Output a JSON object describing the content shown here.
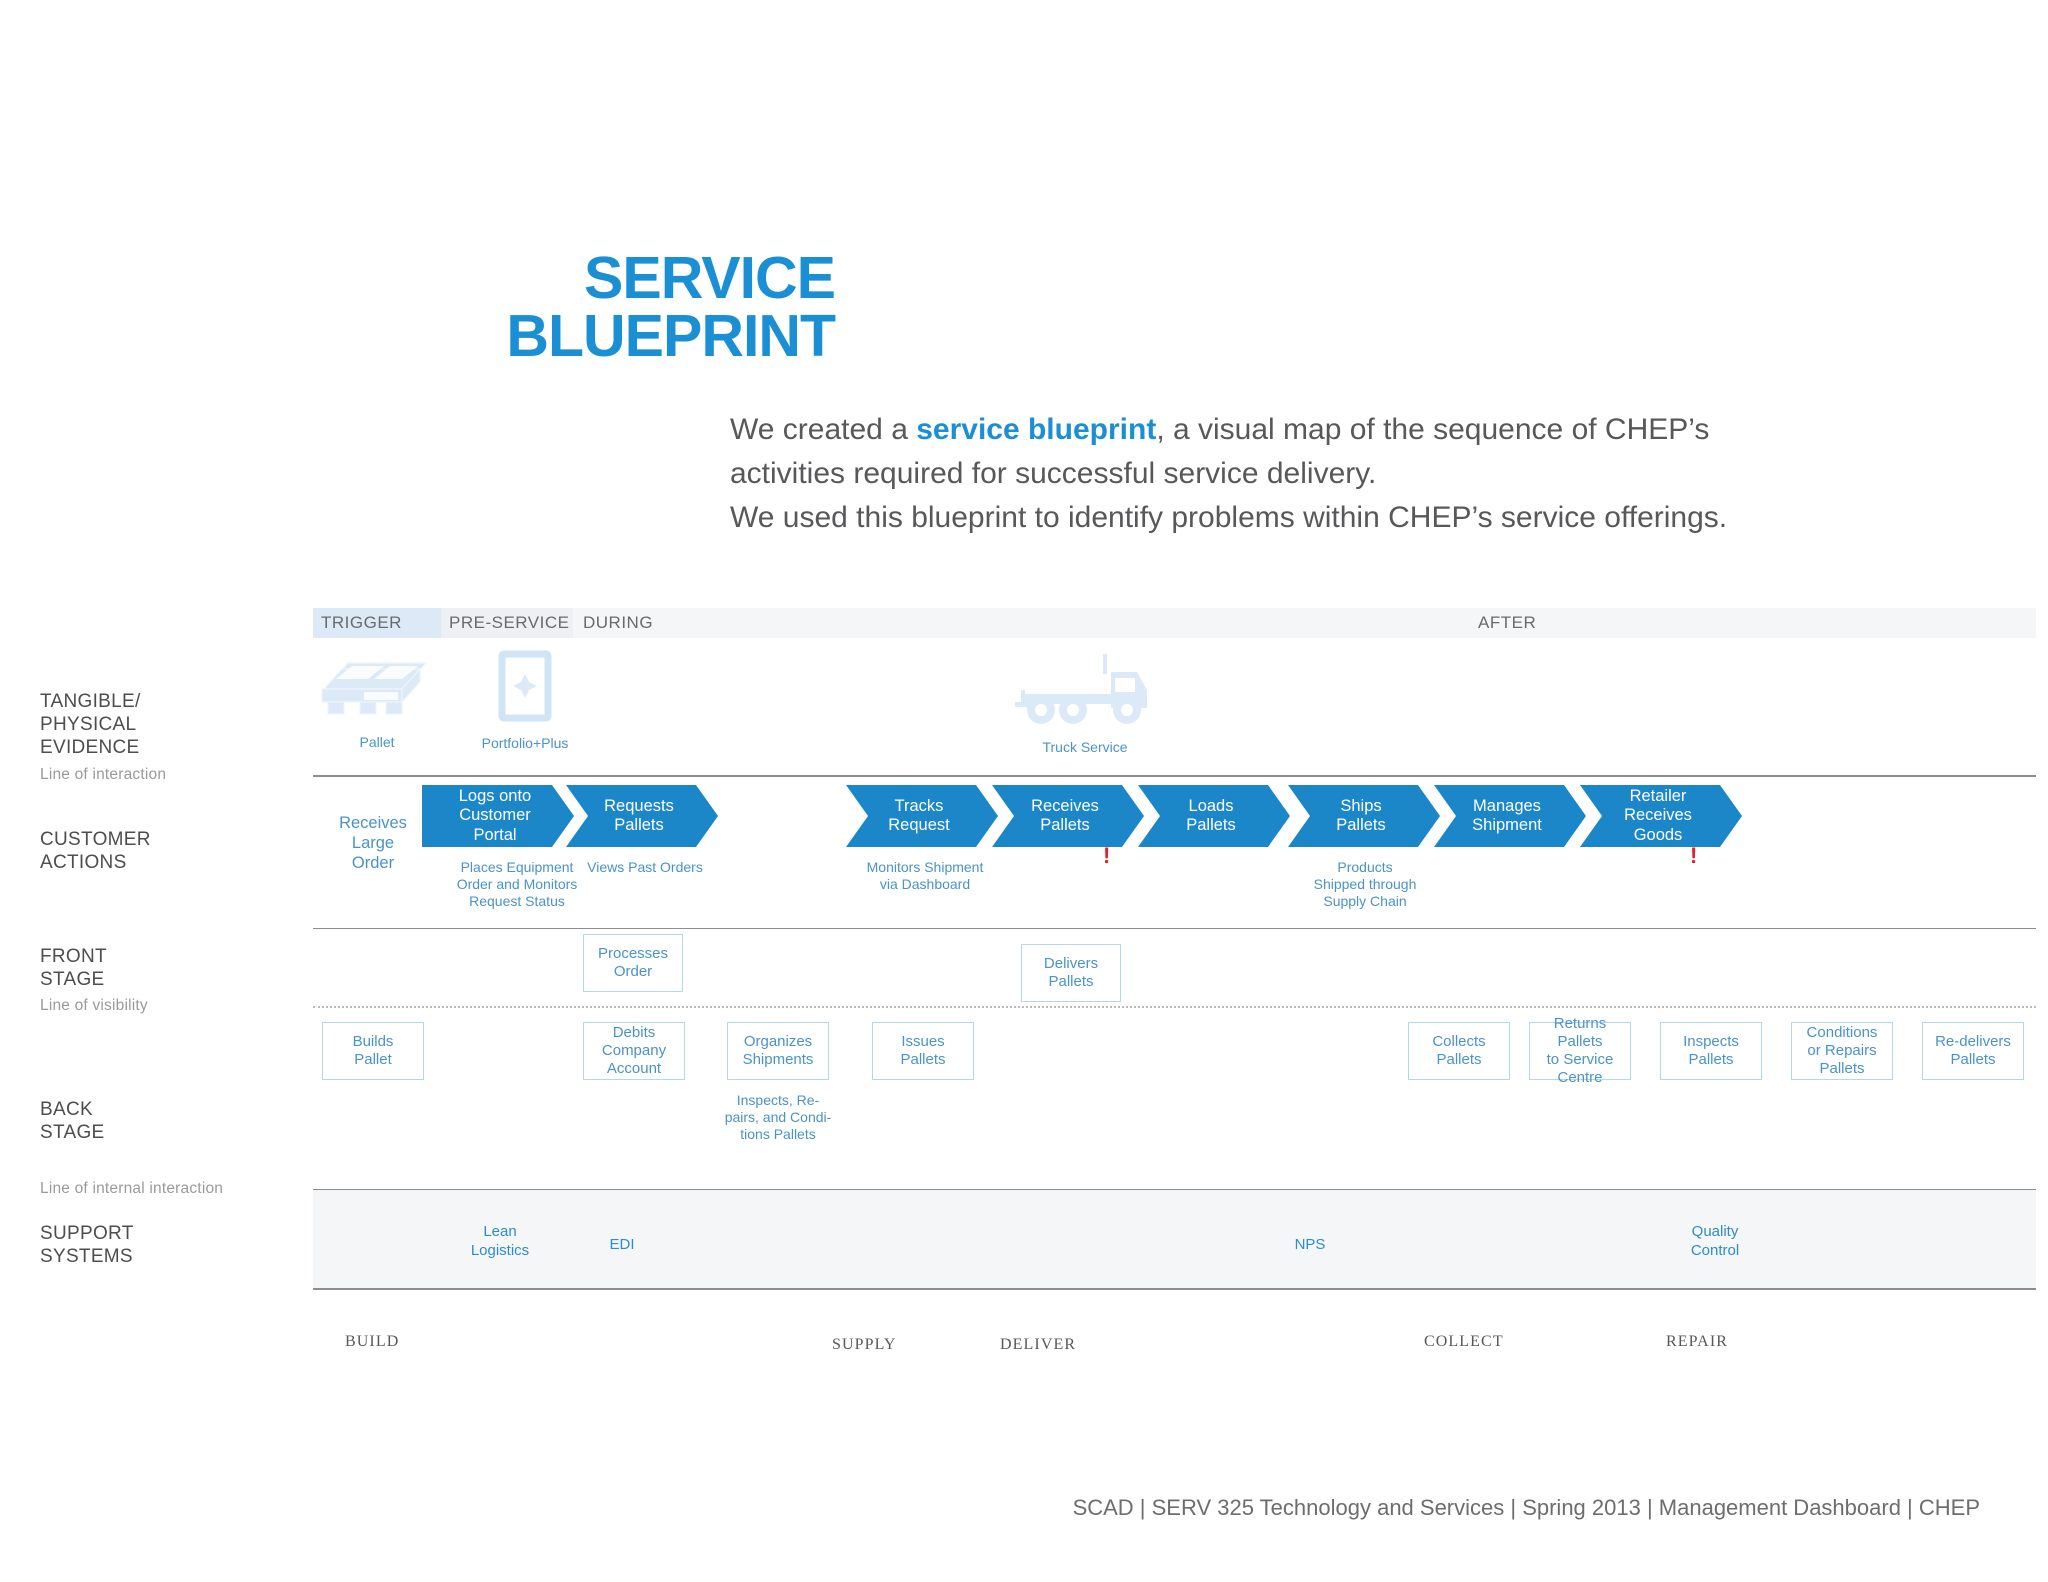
{
  "title": {
    "line1": "SERVICE",
    "line2": "BLUEPRINT"
  },
  "intro": {
    "line1_a": "We created a ",
    "line1_hl": "service blueprint",
    "line1_b": ", a visual map of the sequence of CHEP’s",
    "line2": "activities required for successful service delivery.",
    "line3": "We used this blueprint to identify problems within CHEP’s service offerings."
  },
  "phases": [
    {
      "label": "TRIGGER"
    },
    {
      "label": "PRE-SERVICE"
    },
    {
      "label": "DURING"
    },
    {
      "label": "AFTER"
    }
  ],
  "row_labels": {
    "tangible": "TANGIBLE/\nPHYSICAL\nEVIDENCE",
    "tangible_l1": "TANGIBLE/",
    "tangible_l2": "PHYSICAL",
    "tangible_l3": "EVIDENCE",
    "customer_l1": "CUSTOMER",
    "customer_l2": "ACTIONS",
    "front_l1": "FRONT",
    "front_l2": "STAGE",
    "back_l1": "BACK",
    "back_l2": "STAGE",
    "support_l1": "SUPPORT",
    "support_l2": "SYSTEMS"
  },
  "separator_labels": {
    "interaction": "Line of interaction",
    "visibility": "Line of visibility",
    "internal": "Line of internal interaction"
  },
  "tangible_evidence": [
    {
      "icon": "pallet-icon",
      "caption": "Pallet"
    },
    {
      "icon": "portfolio-plus-icon",
      "caption": "Portfolio+Plus"
    },
    {
      "icon": "truck-icon",
      "caption": "Truck Service"
    }
  ],
  "customer_actions": {
    "plain": {
      "l1": "Receives",
      "l2": "Large",
      "l3": "Order"
    },
    "chevrons": [
      {
        "l1": "Logs onto",
        "l2": "Customer",
        "l3": "Portal",
        "pain": false
      },
      {
        "l1": "Requests",
        "l2": "Pallets",
        "l3": "",
        "pain": false
      },
      {
        "l1": "Tracks",
        "l2": "Request",
        "l3": "",
        "pain": false
      },
      {
        "l1": "Receives",
        "l2": "Pallets",
        "l3": "",
        "pain": true
      },
      {
        "l1": "Loads",
        "l2": "Pallets",
        "l3": "",
        "pain": false
      },
      {
        "l1": "Ships",
        "l2": "Pallets",
        "l3": "",
        "pain": false
      },
      {
        "l1": "Manages",
        "l2": "Shipment",
        "l3": "",
        "pain": false
      },
      {
        "l1": "Retailer",
        "l2": "Receives",
        "l3": "Goods",
        "pain": true
      }
    ],
    "sub_captions": [
      {
        "text": "Places Equipment\nOrder and Monitors\nRequest Status",
        "l1": "Places Equipment",
        "l2": "Order and Monitors",
        "l3": "Request Status"
      },
      {
        "l1": "Views Past Orders",
        "l2": "",
        "l3": ""
      },
      {
        "l1": "Monitors Shipment",
        "l2": "via Dashboard",
        "l3": ""
      },
      {
        "l1": "Products",
        "l2": "Shipped through",
        "l3": "Supply Chain"
      }
    ]
  },
  "front_stage": [
    {
      "l1": "Processes",
      "l2": "Order",
      "l3": ""
    },
    {
      "l1": "Delivers",
      "l2": "Pallets",
      "l3": ""
    }
  ],
  "back_stage": [
    {
      "l1": "Builds",
      "l2": "Pallet",
      "l3": ""
    },
    {
      "l1": "Debits",
      "l2": "Company",
      "l3": "Account"
    },
    {
      "l1": "Organizes",
      "l2": "Shipments",
      "l3": ""
    },
    {
      "l1": "Issues",
      "l2": "Pallets",
      "l3": ""
    },
    {
      "l1": "Collects",
      "l2": "Pallets",
      "l3": ""
    },
    {
      "l1": "Returns Pallets",
      "l2": "to Service",
      "l3": "Centre"
    },
    {
      "l1": "Inspects",
      "l2": "Pallets",
      "l3": ""
    },
    {
      "l1": "Conditions",
      "l2": "or Repairs",
      "l3": "Pallets"
    },
    {
      "l1": "Re-delivers",
      "l2": "Pallets",
      "l3": ""
    }
  ],
  "back_stage_caption": {
    "l1": "Inspects, Re-",
    "l2": "pairs, and Condi-",
    "l3": "tions Pallets"
  },
  "support_systems": [
    {
      "l1": "Lean",
      "l2": "Logistics"
    },
    {
      "l1": "EDI",
      "l2": ""
    },
    {
      "l1": "NPS",
      "l2": ""
    },
    {
      "l1": "Quality",
      "l2": "Control"
    }
  ],
  "stage_labels": [
    {
      "label": "BUILD"
    },
    {
      "label": "SUPPLY"
    },
    {
      "label": "DELIVER"
    },
    {
      "label": "COLLECT"
    },
    {
      "label": "REPAIR"
    }
  ],
  "footer": {
    "text": "SCAD | SERV 325 Technology and Services | Spring 2013 | Management Dashboard | CHEP"
  },
  "colors": {
    "accent_blue": "#1b8fd4",
    "chevron_blue": "#1b87c9",
    "box_text_blue": "#4a93c9",
    "box_border_blue": "#b7d6ec",
    "icon_blue": "#dbeaf6",
    "band_gray": "#f4f6f8",
    "trigger_chip": "#dbeaf6",
    "pain_red": "#e1222b",
    "body_gray": "#58585a"
  }
}
